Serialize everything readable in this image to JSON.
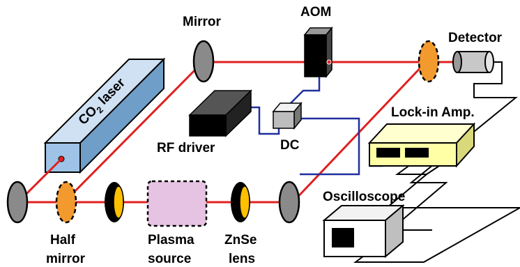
{
  "labels": {
    "co2_laser_prefix": "CO",
    "co2_laser_sub": "2",
    "co2_laser_suffix": " laser",
    "mirror": "Mirror",
    "aom": "AOM",
    "detector": "Detector",
    "rf_driver": "RF driver",
    "dc": "DC",
    "lockin": "Lock-in Amp.",
    "oscilloscope": "Oscilloscope",
    "half_mirror_line1": "Half",
    "half_mirror_line2": "mirror",
    "plasma_line1": "Plasma",
    "plasma_line2": "source",
    "zinc_line1": "ZnSe",
    "zinc_line2": "lens"
  },
  "colors": {
    "beam": "#e02020",
    "cable": "#1f2f9e",
    "laser_body": "#9ec3e6",
    "mirror_gray": "#8a8a8a",
    "half_mirror": "#f29a2e",
    "lens_yellow": "#ffc000",
    "plasma_fill": "#e6c3e3",
    "lockin_body": "#ffffa6"
  }
}
